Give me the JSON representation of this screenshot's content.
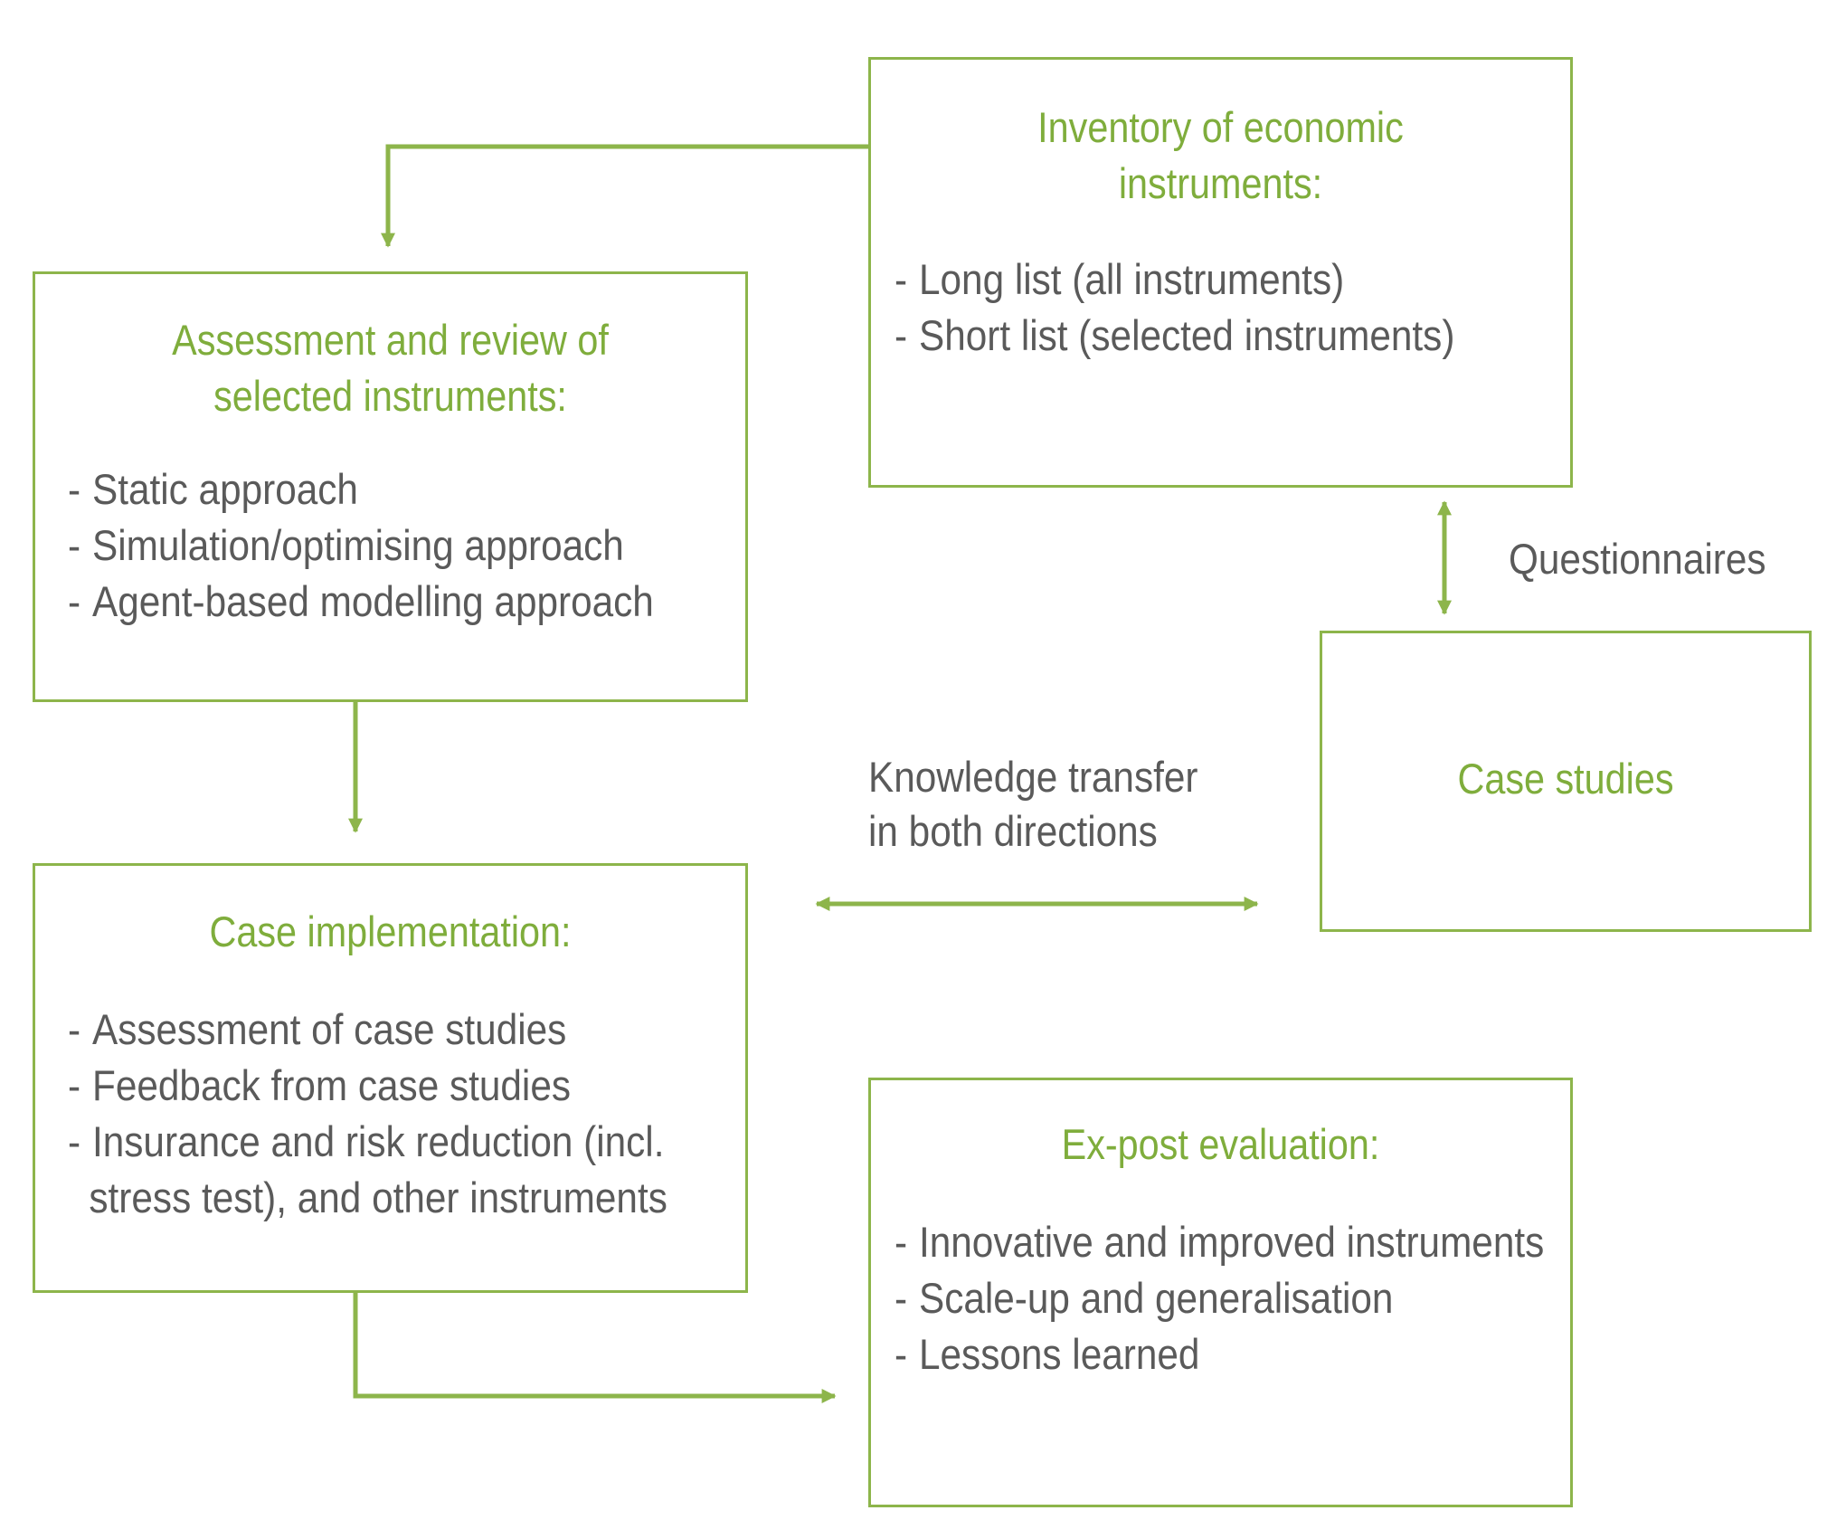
{
  "colors": {
    "accent": "#8db54b",
    "title_text": "#7fad3c",
    "body_text": "#5a5a5a"
  },
  "inventory": {
    "title_line1": "Inventory of economic",
    "title_line2": "instruments:",
    "items": [
      "Long list (all instruments)",
      "Short list (selected instruments)"
    ]
  },
  "assessment": {
    "title_line1": "Assessment and review of",
    "title_line2": "selected instruments:",
    "items": [
      "Static approach",
      "Simulation/optimising approach",
      "Agent-based modelling approach"
    ]
  },
  "case_studies": {
    "title": "Case studies"
  },
  "case_implementation": {
    "title": "Case implementation:",
    "items": [
      "Assessment of case studies",
      "Feedback from case studies",
      "Insurance and risk reduction (incl.",
      "stress test), and other instruments"
    ]
  },
  "ex_post": {
    "title": "Ex-post evaluation:",
    "items": [
      "Innovative and improved instruments",
      "Scale-up and generalisation",
      "Lessons learned"
    ]
  },
  "labels": {
    "questionnaires": "Questionnaires",
    "knowledge_line1": "Knowledge transfer",
    "knowledge_line2": "in both directions"
  }
}
